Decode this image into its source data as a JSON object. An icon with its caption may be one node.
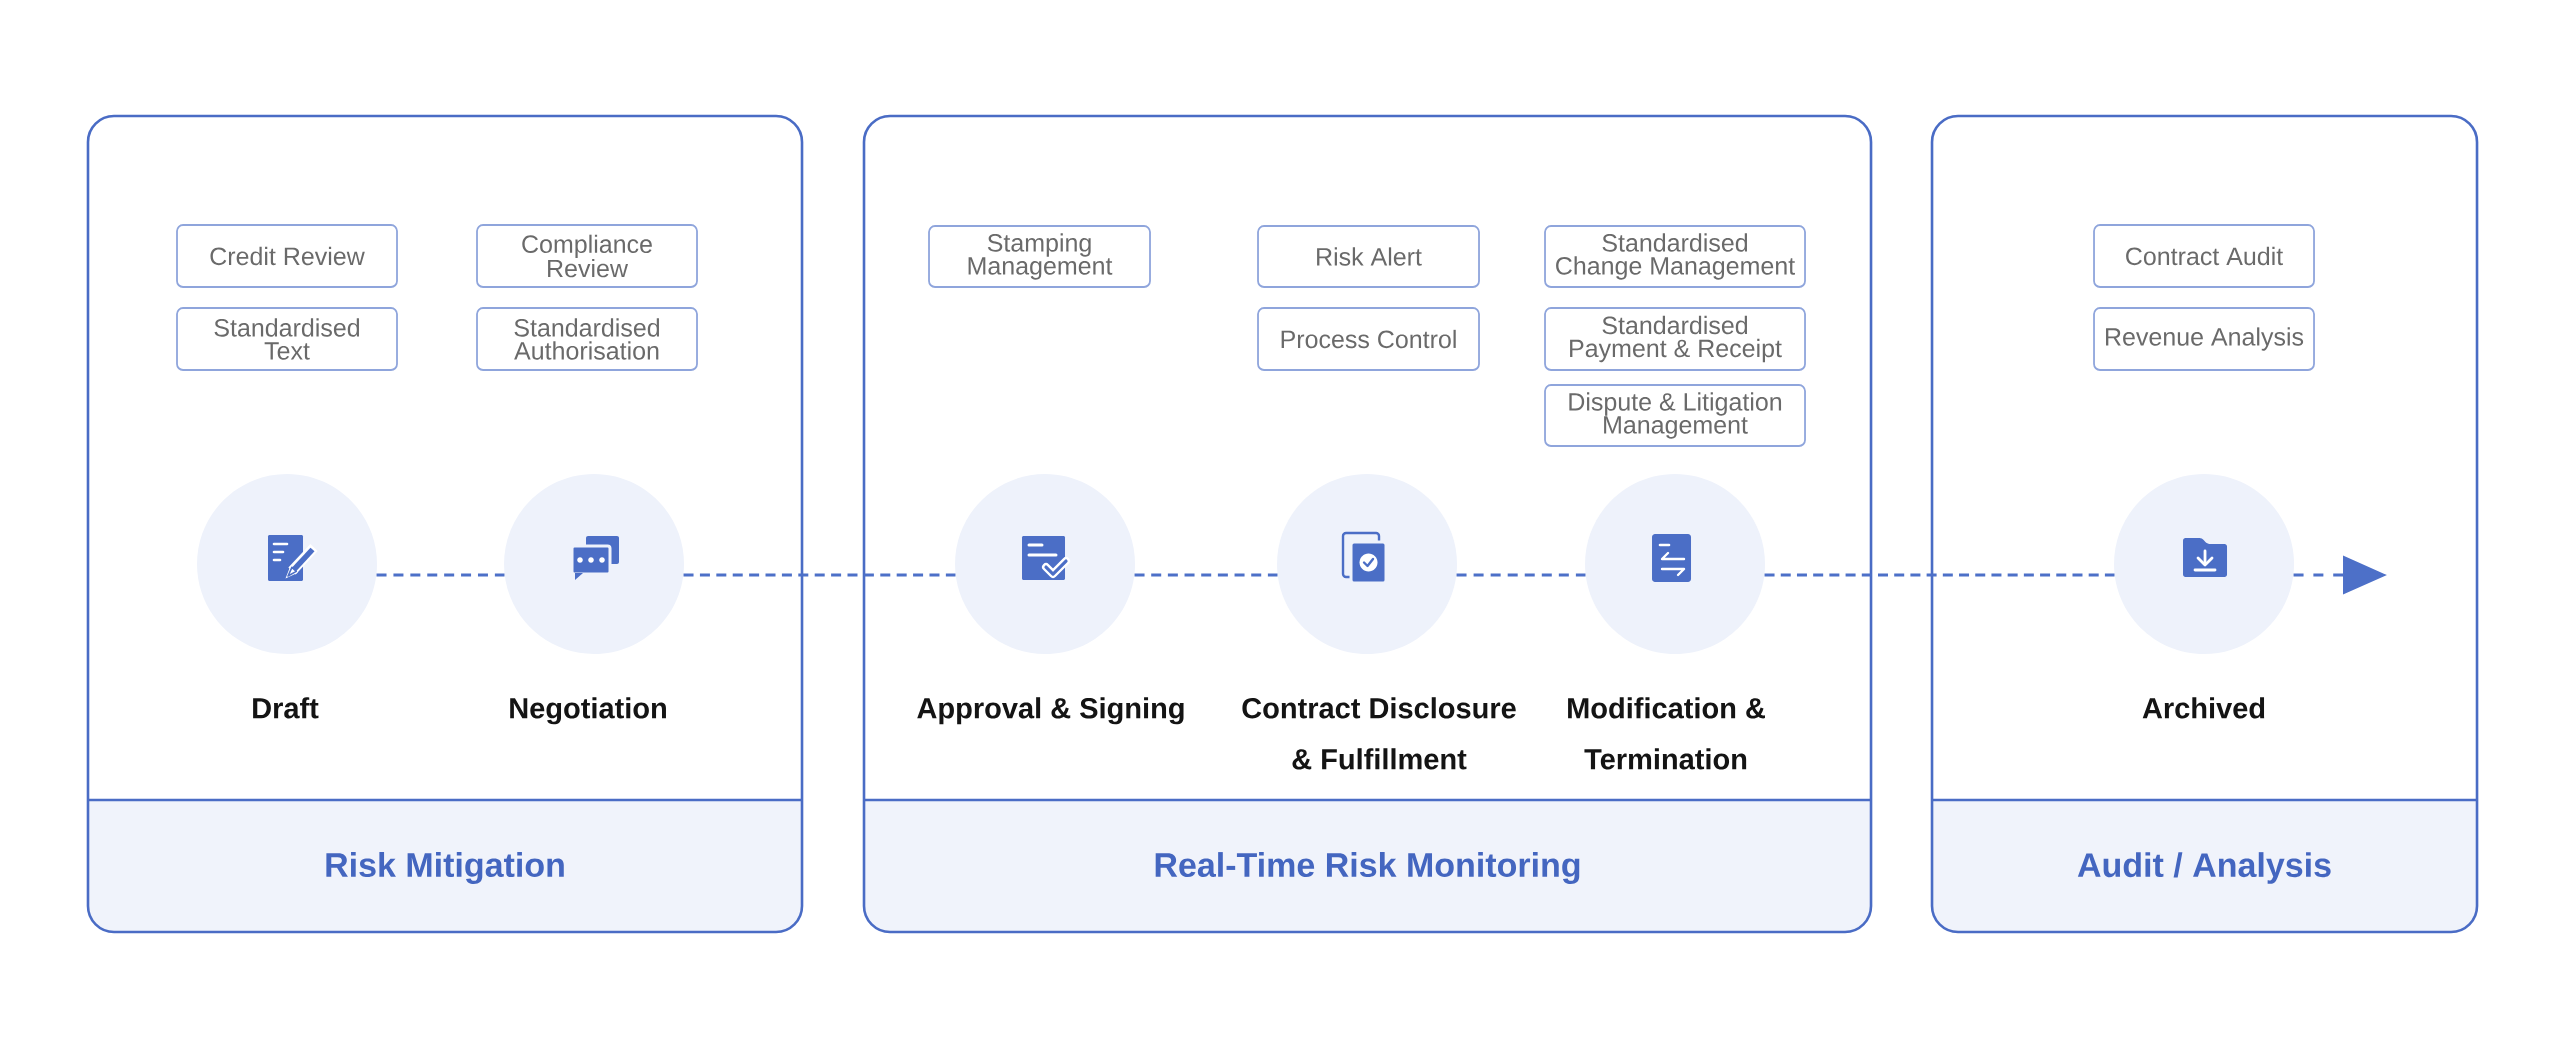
{
  "diagram": {
    "nodes": [
      {
        "text": [
          "Risk Mitigation"
        ]
      },
      {
        "text": [
          "Credit Review"
        ],
        "in": 0
      },
      {
        "text": [
          "Compliance Review"
        ],
        "in": 0
      },
      {
        "text": [
          "Standardised Text"
        ],
        "in": 0
      },
      {
        "text": [
          "Standardised Authorisation"
        ],
        "in": 0
      },
      {
        "text": [],
        "shape": "circle",
        "beside": [
          "Draft"
        ],
        "in": 0
      },
      {
        "text": [],
        "shape": "circle",
        "beside": [
          "Negotiation"
        ],
        "in": 0
      },
      {
        "text": [
          "Real-Time Risk Monitoring"
        ]
      },
      {
        "text": [
          "Stamping Management"
        ],
        "in": 7
      },
      {
        "text": [
          "Risk Alert"
        ],
        "in": 7
      },
      {
        "text": [
          "Standardised Change Management"
        ],
        "in": 7
      },
      {
        "text": [
          "Process Control"
        ],
        "in": 7
      },
      {
        "text": [
          "Standardised Payment & Receipt"
        ],
        "in": 7
      },
      {
        "text": [
          "Dispute & Litigation Management"
        ],
        "in": 7
      },
      {
        "text": [],
        "shape": "circle",
        "beside": [
          "Approval & Signing"
        ],
        "in": 7
      },
      {
        "text": [],
        "shape": "circle",
        "beside": [
          "Contract Disclosure & Fulfillment"
        ],
        "in": 7
      },
      {
        "text": [],
        "shape": "circle",
        "beside": [
          "Modification & Termination"
        ],
        "in": 7
      },
      {
        "text": [
          "Audit / Analysis"
        ]
      },
      {
        "text": [
          "Contract Audit"
        ],
        "in": 17
      },
      {
        "text": [
          "Revenue Analysis"
        ],
        "in": 17
      },
      {
        "text": [],
        "shape": "circle",
        "beside": [
          "Archived"
        ],
        "in": 17
      }
    ],
    "edges": [
      {
        "from": 5,
        "to": 6,
        "arrow": "none",
        "style": "dashed"
      },
      {
        "from": 6,
        "to": 14,
        "arrow": "none",
        "style": "dashed"
      },
      {
        "from": 14,
        "to": 15,
        "arrow": "none",
        "style": "dashed"
      },
      {
        "from": 15,
        "to": 16,
        "arrow": "none",
        "style": "dashed"
      },
      {
        "from": 16,
        "to": 20,
        "arrow": "none",
        "style": "dashed"
      },
      {
        "from": 20,
        "to": null,
        "arrow": "to",
        "style": "dashed"
      }
    ]
  }
}
